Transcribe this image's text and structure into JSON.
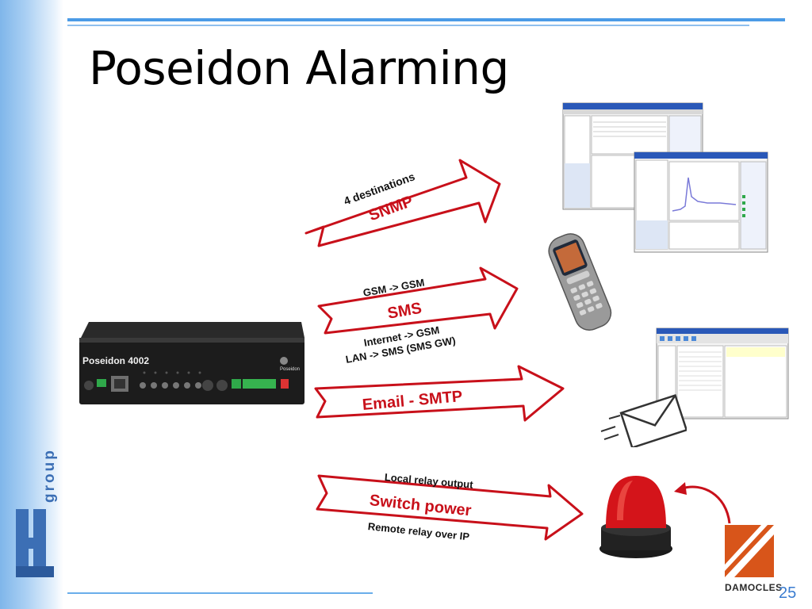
{
  "slide": {
    "title": "Poseidon Alarming",
    "page_number": "25"
  },
  "logo": {
    "brand_text": "HW group"
  },
  "device": {
    "name": "Poseidon 4002",
    "brand": "Poseidon"
  },
  "arrows": {
    "snmp": {
      "top_label": "4 destinations",
      "main_label": "SNMP"
    },
    "sms": {
      "top_label": "GSM -> GSM",
      "main_label": "SMS",
      "bottom_line1": "Internet -> GSM",
      "bottom_line2": "LAN -> SMS (SMS GW)"
    },
    "email": {
      "main_label": "Email - SMTP"
    },
    "switch": {
      "top_label": "Local relay output",
      "main_label": "Switch power",
      "bottom_label": "Remote relay over IP"
    }
  },
  "partner": {
    "name": "DAMOCLES"
  },
  "colors": {
    "accent_blue": "#4b9be6",
    "arrow_red": "#c8101a",
    "logo_blue": "#3c6fb5"
  }
}
